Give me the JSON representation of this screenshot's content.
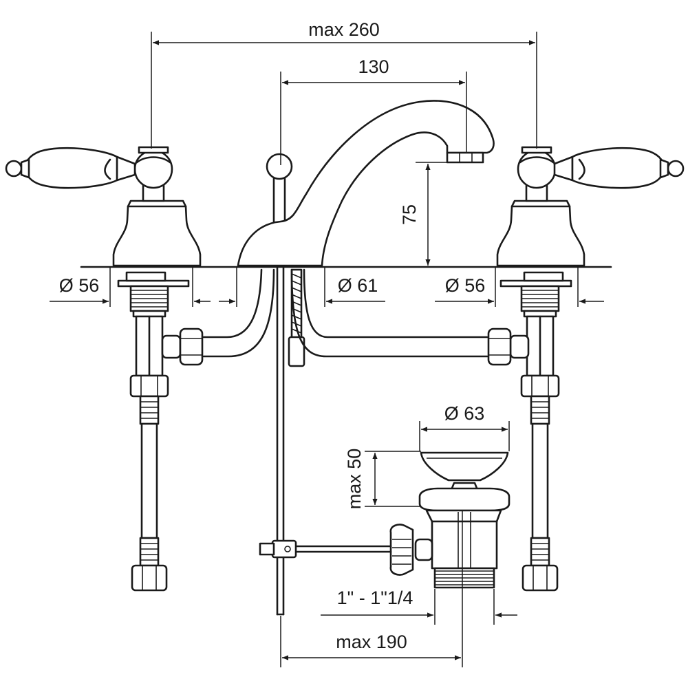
{
  "dimensions": {
    "max_width": "max 260",
    "spout_reach": "130",
    "spout_height": "75",
    "dia_left_valve": "Ø 56",
    "dia_spout": "Ø 61",
    "dia_right_valve": "Ø 56",
    "dia_waste": "Ø 63",
    "max_waste_height": "max 50",
    "thread": "1\" - 1\"1/4",
    "max_depth": "max 190"
  },
  "colors": {
    "line": "#1a1a1a",
    "background": "#ffffff"
  }
}
